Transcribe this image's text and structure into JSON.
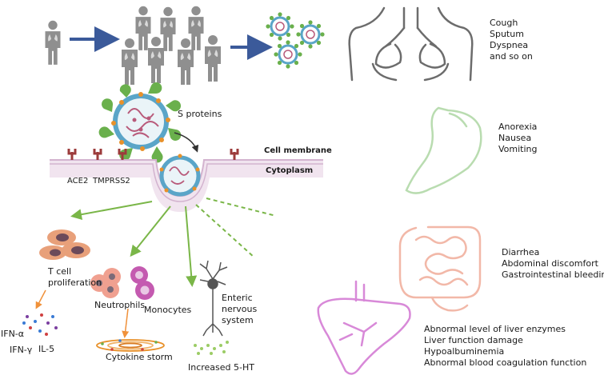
{
  "respiratory": {
    "symptoms": [
      "Cough",
      "Sputum",
      "Dyspnea",
      "and so on"
    ]
  },
  "stomach": {
    "symptoms": [
      "Anorexia",
      "Nausea",
      "Vomiting"
    ]
  },
  "intestine": {
    "symptoms": [
      "Diarrhea",
      "Abdominal discomfort",
      "Gastrointestinal bleeding"
    ]
  },
  "liver": {
    "symptoms": [
      "Abnormal level of liver enzymes",
      "Liver function damage",
      "Hypoalbuminemia",
      "Abnormal blood coagulation function"
    ]
  },
  "cell": {
    "s_proteins": "S proteins",
    "cell_membrane": "Cell membrane",
    "cytoplasm": "Cytoplasm",
    "ace2": "ACE2",
    "tmprss2": "TMPRSS2"
  },
  "immune": {
    "t_cell_line1": "T cell",
    "t_cell_line2": "proliferation",
    "ifn_a": "IFN-α",
    "ifn_g": "IFN-γ",
    "il5": "IL-5",
    "neutrophils": "Neutrophils",
    "monocytes": "Monocytes",
    "cytokine_storm": "Cytokine storm",
    "enteric_line1": "Enteric",
    "enteric_line2": "nervous",
    "enteric_line3": "system",
    "increased_5ht": "Increased 5-HT"
  },
  "colors": {
    "person": "#8f8f8f",
    "arrow_blue": "#3b5a9a",
    "arrow_green": "#7ab648",
    "virus_ring": "#5aa5c8",
    "spike": "#6ab04c",
    "lungs": "#6c6c6c",
    "stomach": "#b9dcb0",
    "intestine": "#f2b8a8",
    "liver": "#d889d8",
    "membrane": "#e9d6e6",
    "receptor": "#9c3b3b",
    "orange_arrow": "#f0913a"
  }
}
